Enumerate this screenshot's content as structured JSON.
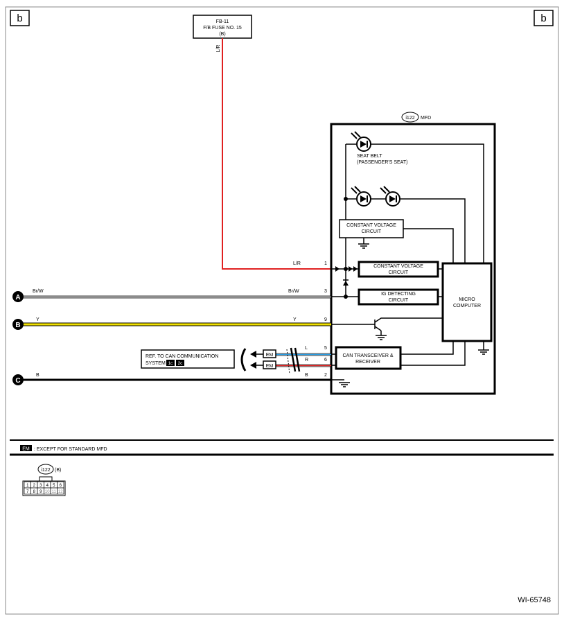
{
  "corner_labels": {
    "left": "b",
    "right": "b"
  },
  "fuse": {
    "line1": "FB-11",
    "line2": "F/B FUSE NO. 15",
    "line3": "(B)"
  },
  "fuse_wire_color_label": "L/R",
  "mfd": {
    "connector_id": "i122",
    "name": "MFD"
  },
  "blocks": {
    "seat_belt_line1": "SEAT BELT",
    "seat_belt_line2": "(PASSENGER'S SEAT)",
    "cv_circuit_upper_line1": "CONSTANT VOLTAGE",
    "cv_circuit_upper_line2": "CIRCUIT",
    "cv_circuit_lower_line1": "CONSTANT VOLTAGE",
    "cv_circuit_lower_line2": "CIRCUIT",
    "ig_detect_line1": "IG DETECTING",
    "ig_detect_line2": "CIRCUIT",
    "micro_line1": "MICRO",
    "micro_line2": "COMPUTER",
    "can_line1": "CAN TRANSCEIVER &",
    "can_line2": "RECEIVER"
  },
  "terminals": {
    "t1": {
      "wire": "L/R",
      "pin": "1"
    },
    "t3": {
      "wire": "Br/W",
      "pin": "3"
    },
    "t9": {
      "wire": "Y",
      "pin": "9"
    },
    "t5": {
      "wire": "L",
      "pin": "5"
    },
    "t6": {
      "wire": "R",
      "pin": "6"
    },
    "t2": {
      "wire": "B",
      "pin": "2"
    }
  },
  "left_wires": {
    "A": {
      "letter": "A",
      "color_label": "Br/W"
    },
    "B": {
      "letter": "B",
      "color_label": "Y"
    },
    "C": {
      "letter": "C",
      "color_label": "B"
    }
  },
  "ref_box": {
    "line1": "REF. TO CAN COMMUNICATION",
    "line2_prefix": "SYSTEM",
    "badge1": "1c",
    "badge2": "2c"
  },
  "em_tag": "EM",
  "legend": {
    "tag": "EM",
    "text": ": EXCEPT FOR STANDARD MFD"
  },
  "connector": {
    "id": "i122",
    "suffix": "(B)",
    "pins_top": [
      "1",
      "2",
      "3",
      "4",
      "5",
      "6"
    ],
    "pins_bottom": [
      "7",
      "8",
      "9",
      "10",
      "11",
      "12"
    ]
  },
  "doc_id": "WI-65748",
  "colors": {
    "red_wire": "#e02020",
    "yellow_wire": "#f0e000",
    "blue_wire": "#2a9be0",
    "brw_wire": "#9a9a9a"
  }
}
